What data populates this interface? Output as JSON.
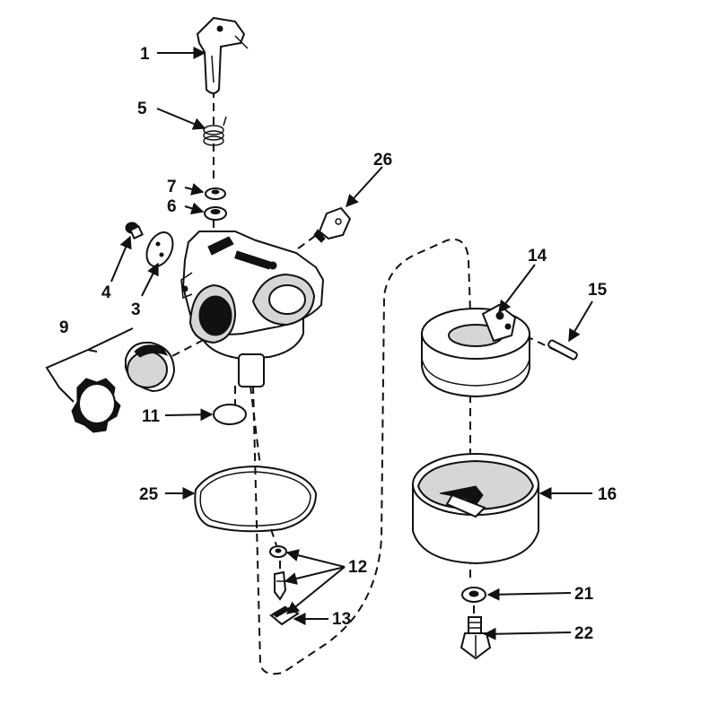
{
  "labels": {
    "l1": "1",
    "l5": "5",
    "l7": "7",
    "l6": "6",
    "l26": "26",
    "l4": "4",
    "l3": "3",
    "l9": "9",
    "l11": "11",
    "l25": "25",
    "l12": "12",
    "l13": "13",
    "l14": "14",
    "l15": "15",
    "l16": "16",
    "l21": "21",
    "l22": "22"
  }
}
